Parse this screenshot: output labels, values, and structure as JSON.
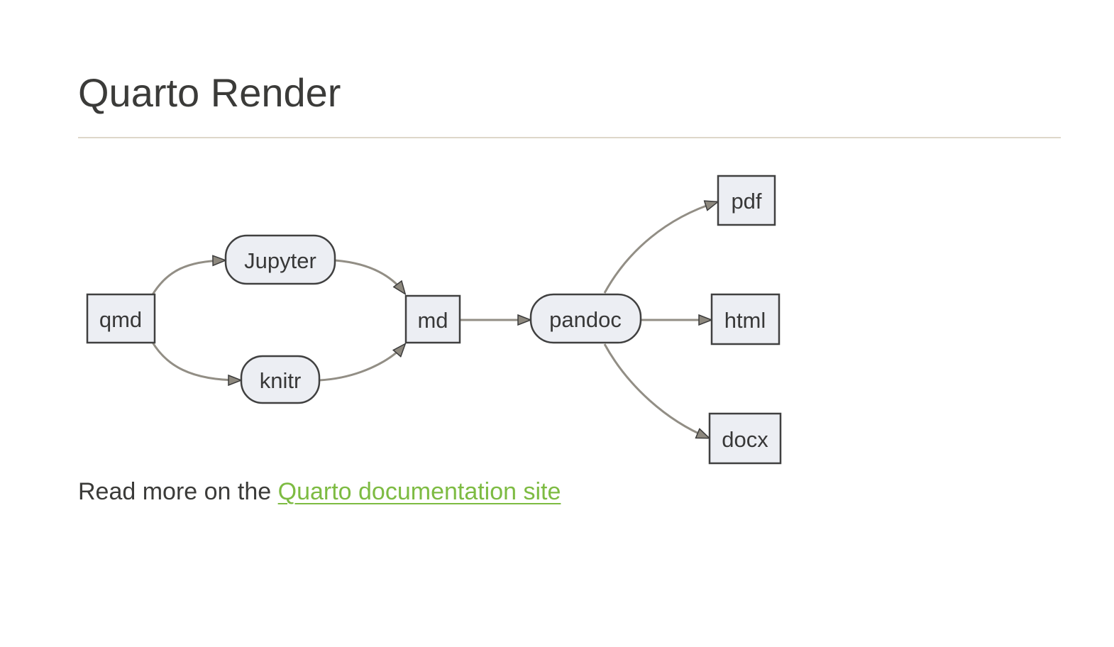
{
  "page": {
    "title": "Quarto Render"
  },
  "diagram": {
    "type": "flowchart",
    "direction": "left-to-right",
    "nodes": [
      {
        "id": "qmd",
        "label": "qmd",
        "shape": "rect"
      },
      {
        "id": "jupyter",
        "label": "Jupyter",
        "shape": "rounded"
      },
      {
        "id": "knitr",
        "label": "knitr",
        "shape": "rounded"
      },
      {
        "id": "md",
        "label": "md",
        "shape": "rect"
      },
      {
        "id": "pandoc",
        "label": "pandoc",
        "shape": "rounded"
      },
      {
        "id": "pdf",
        "label": "pdf",
        "shape": "rect"
      },
      {
        "id": "html",
        "label": "html",
        "shape": "rect"
      },
      {
        "id": "docx",
        "label": "docx",
        "shape": "rect"
      }
    ],
    "edges": [
      {
        "from": "qmd",
        "to": "jupyter"
      },
      {
        "from": "qmd",
        "to": "knitr"
      },
      {
        "from": "jupyter",
        "to": "md"
      },
      {
        "from": "knitr",
        "to": "md"
      },
      {
        "from": "md",
        "to": "pandoc"
      },
      {
        "from": "pandoc",
        "to": "pdf"
      },
      {
        "from": "pandoc",
        "to": "html"
      },
      {
        "from": "pandoc",
        "to": "docx"
      }
    ],
    "colors": {
      "node_fill": "#eceef3",
      "node_border": "#404040",
      "node_text": "#383838",
      "edge_line": "#928e85",
      "arrowhead_fill": "#8d887e",
      "arrowhead_border": "#3b3b3b"
    }
  },
  "footer": {
    "prefix": "Read more on the ",
    "link_text": "Quarto documentation site",
    "link_color": "#7dbb42"
  },
  "theme": {
    "title_color": "#3b3b39",
    "rule_color": "#ded7ca",
    "background": "#ffffff"
  }
}
